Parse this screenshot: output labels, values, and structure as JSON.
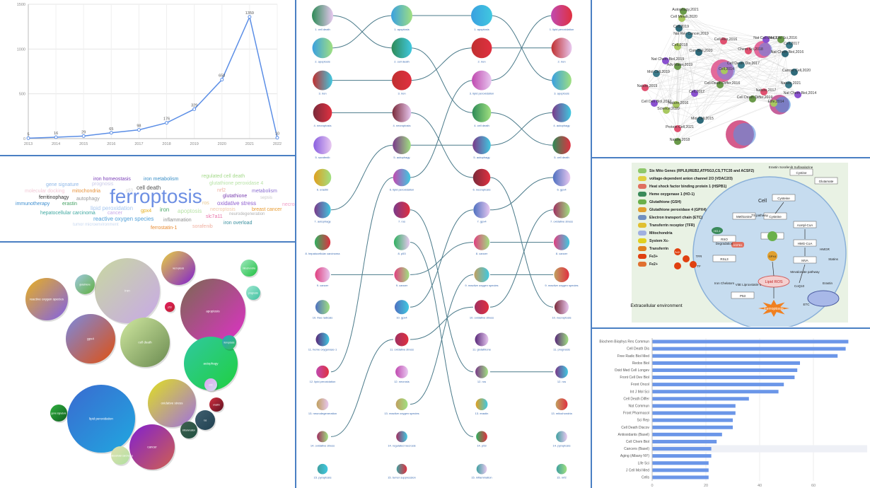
{
  "line_chart": {
    "chart_data": {
      "type": "line",
      "categories": [
        "2013",
        "2014",
        "2015",
        "2016",
        "2017",
        "2018",
        "2019",
        "2020",
        "2021",
        "2022"
      ],
      "values": [
        5,
        16,
        29,
        65,
        98,
        176,
        329,
        658,
        1359,
        10
      ],
      "ylim": [
        0,
        1500
      ],
      "yticks": [
        "0",
        "500",
        "1000",
        "1500"
      ],
      "grid": true
    },
    "color": "#5b8ee6"
  },
  "word_cloud": {
    "words": [
      {
        "text": "ferroptosis",
        "color": "#6d8fe3"
      },
      {
        "text": "iron homeostasis",
        "color": "#7b3fb8"
      },
      {
        "text": "iron metabolism",
        "color": "#3a8fc7"
      },
      {
        "text": "regulated cell death",
        "color": "#a4d98a"
      },
      {
        "text": "gene signature",
        "color": "#8fb8e8"
      },
      {
        "text": "prognosis",
        "color": "#c9c9e8"
      },
      {
        "text": "cell death",
        "color": "#555555"
      },
      {
        "text": "glutathione peroxidase 4",
        "color": "#b9e3a8"
      },
      {
        "text": "molecular docking",
        "color": "#f2c9d6"
      },
      {
        "text": "mitochondria",
        "color": "#e8923a"
      },
      {
        "text": "p53",
        "color": "#d4d4d4"
      },
      {
        "text": "nrf2",
        "color": "#f0b0a0"
      },
      {
        "text": "metabolism",
        "color": "#8b6fd1"
      },
      {
        "text": "ferritinophagy",
        "color": "#333333"
      },
      {
        "text": "autophagy",
        "color": "#999999"
      },
      {
        "text": "glutathione",
        "color": "#7a3fb0"
      },
      {
        "text": "immunotherapy",
        "color": "#3f8fd0"
      },
      {
        "text": "erastin",
        "color": "#3f9f5f"
      },
      {
        "text": "lipid peroxidation",
        "color": "#a8c8f0"
      },
      {
        "text": "oxidative stress",
        "color": "#8f5fd0"
      },
      {
        "text": "gpx4",
        "color": "#e6b020"
      },
      {
        "text": "iron",
        "color": "#4fa86a"
      },
      {
        "text": "apoptosis",
        "color": "#b9e3a8"
      },
      {
        "text": "necroptosis",
        "color": "#f0c9a8"
      },
      {
        "text": "breast cancer",
        "color": "#e89a30"
      },
      {
        "text": "hepatocellular carcinoma",
        "color": "#3fa8a0"
      },
      {
        "text": "cancer",
        "color": "#c8a8e8"
      },
      {
        "text": "slc7a11",
        "color": "#e870a8"
      },
      {
        "text": "neurodegeneration",
        "color": "#b0b0b0"
      },
      {
        "text": "reactive oxygen species",
        "color": "#4f9fd8"
      },
      {
        "text": "inflammation",
        "color": "#8f8f8f"
      },
      {
        "text": "iron overload",
        "color": "#3a8f9f"
      },
      {
        "text": "tumor microenvironment",
        "color": "#c8d8f0"
      },
      {
        "text": "ferrostatin-1",
        "color": "#e88a30"
      },
      {
        "text": "sorafenib",
        "color": "#f0b0a0"
      },
      {
        "text": "necrosis",
        "color": "#f0a0c8"
      },
      {
        "text": "sepsis",
        "color": "#c8c8c8"
      },
      {
        "text": "ros",
        "color": "#e8c890"
      }
    ]
  },
  "bubble_chart": {
    "bubbles": [
      {
        "label": "iron",
        "c1": "#c8d8a0",
        "c2": "#c8a8e8",
        "r": 46
      },
      {
        "label": "apoptosis",
        "c1": "#7a6a50",
        "c2": "#e030c8",
        "r": 46
      },
      {
        "label": "necroptosis",
        "c1": "#e8d040",
        "c2": "#8020d0",
        "r": 24
      },
      {
        "label": "reactive oxygen species",
        "c1": "#e8b020",
        "c2": "#8060e8",
        "r": 30
      },
      {
        "label": "gpx4",
        "c1": "#7a8ae0",
        "c2": "#e05010",
        "r": 35
      },
      {
        "label": "cell death",
        "c1": "#d0e8a0",
        "c2": "#6a8a50",
        "r": 35
      },
      {
        "label": "autophagy",
        "c1": "#30c8a0",
        "c2": "#20d040",
        "r": 38
      },
      {
        "label": "lipid peroxidation",
        "c1": "#3a6ad0",
        "c2": "#20a8e0",
        "r": 48
      },
      {
        "label": "oxidative stress",
        "c1": "#e0e020",
        "c2": "#a070e0",
        "r": 34
      },
      {
        "label": "cancer",
        "c1": "#8020d0",
        "c2": "#d06050",
        "r": 32
      },
      {
        "label": "glutathione",
        "c1": "#a0c8e0",
        "c2": "#60b040",
        "r": 14
      },
      {
        "label": "p53",
        "c1": "#e02060",
        "c2": "#c02030",
        "r": 7
      },
      {
        "label": "prognosis",
        "c1": "#a0e8d0",
        "c2": "#40c0a0",
        "r": 10
      },
      {
        "label": "mitochondria",
        "c1": "#a0e8c0",
        "c2": "#20c040",
        "r": 12
      },
      {
        "label": "erastin",
        "c1": "#d03040",
        "c2": "#601020",
        "r": 10
      },
      {
        "label": "nrf2",
        "c1": "#e0a0f0",
        "c2": "#d0e0f0",
        "r": 9
      },
      {
        "label": "ros",
        "c1": "#406070",
        "c2": "#204050",
        "r": 14
      },
      {
        "label": "inflammation",
        "c1": "#406050",
        "c2": "#205040",
        "r": 12
      },
      {
        "label": "ferroptosis",
        "c1": "#30a0c0",
        "c2": "#30c060",
        "r": 10
      },
      {
        "label": "gene signature",
        "c1": "#30b040",
        "c2": "#106020",
        "r": 12
      },
      {
        "label": "hepatocellular carcinoma",
        "c1": "#e0e0b0",
        "c2": "#b0e0a0",
        "r": 13
      }
    ]
  },
  "flow_chart": {
    "columns": [
      [
        "1. cell death",
        "2. apoptosis",
        "3. iron",
        "4. necroptosis",
        "5. sorafenib",
        "6. erastin",
        "7. autophagy",
        "8. hepatocellular carcinoma",
        "9. cancer",
        "10. free radicals",
        "11. heme oxygenase-1",
        "12. lipid peroxidation",
        "13. neurodegeneration",
        "14. oxidative stress",
        "15. pyroptosis"
      ],
      [
        "1. apoptosis",
        "2. cell death",
        "3. iron",
        "4. necroptosis",
        "5. autophagy",
        "6. lipid peroxidation",
        "7. ros",
        "8. p53",
        "9. cancer",
        "10. gpx4",
        "11. oxidative stress",
        "12. necrosis",
        "13. reactive oxygen species",
        "14. regulated necrosis",
        "15. tumor suppression"
      ],
      [
        "1. apoptosis",
        "2. iron",
        "3. lipid peroxidation",
        "4. cell death",
        "5. autophagy",
        "6. necroptosis",
        "7. gpx4",
        "8. cancer",
        "9. reactive oxygen species",
        "10. oxidative stress",
        "11. glutathione",
        "12. ros",
        "13. erastin",
        "14. p53",
        "15. inflammation"
      ],
      [
        "1. lipid peroxidation",
        "2. iron",
        "3. apoptosis",
        "4. autophagy",
        "5. cell death",
        "6. gpx4",
        "7. oxidative stress",
        "8. cancer",
        "9. reactive oxygen species",
        "10. necroptosis",
        "11. prognosis",
        "12. ros",
        "13. mitochondria",
        "14. pyroptosis",
        "15. nrf2"
      ]
    ]
  },
  "network": {
    "nodes": [
      "Autophagy,2021",
      "Cell Metab,2020",
      "Cell,2019",
      "Nat Rev Cancer,2019",
      "Cell Res,2016",
      "Nat Cell Biol,2017",
      "Mol Life Sci,2016",
      "Cell,2018",
      "Curr Biol,2020",
      "Cell,2017",
      "Chem Sci,2018",
      "Nat Chem Biol,2019",
      "Adv Mater,2019",
      "Cell,2014",
      "Nat Chem Biol,2016",
      "Mol Cell,2019",
      "Nature,2019",
      "Cell,2012",
      "Cell Death Differ,2016",
      "Nature,2016",
      "Cancer Cell,2020",
      "Cell Death Dis,2017",
      "Nature,2017",
      "Nat Chem Biol,2014",
      "Cell Death Differ,2019",
      "Science,2020",
      "Mol Cell,2015",
      "Nature,2021",
      "Protein Cell,2021",
      "Cell Dev Biol,2022",
      "Nature,2018",
      "Elife,2014"
    ]
  },
  "pathway": {
    "legend": [
      {
        "label": "Six Mito Genes (RPL8,IREB2,ATP5G3,CS,TTC35 and ACSF2)",
        "color": "#8fc86a"
      },
      {
        "label": "voltage-dependent anion channel 2/3 (VDAC2/3)",
        "color": "#e0d040"
      },
      {
        "label": "Heat shock factor binding protein 1 (HSPB1)",
        "color": "#e07060"
      },
      {
        "label": "Heme oxygenase 1 (HO-1)",
        "color": "#3a8a5a"
      },
      {
        "label": "Glutathione (GSH)",
        "color": "#6ab04a"
      },
      {
        "label": "Glutathione peroxidase 4 (GPX4)",
        "color": "#e0a030"
      },
      {
        "label": "Electron transport chain (ETC)",
        "color": "#7090c0"
      },
      {
        "label": "Transferrin receptor (TFR)",
        "color": "#e0c030"
      },
      {
        "label": "Mitochondria",
        "color": "#a0b0e0"
      },
      {
        "label": "System Xc-",
        "color": "#e0d020"
      },
      {
        "label": "Transferrin",
        "color": "#e08020"
      },
      {
        "label": "Fe3+",
        "color": "#e04010"
      },
      {
        "label": "Fe2+",
        "color": "#e07030"
      }
    ],
    "labels": {
      "cell": "Cell",
      "extracellular": "Extracellular environment",
      "ferroptosis": "Ferroptosis",
      "lipid_ros": "Lipid ROS",
      "erastin": "Erastin Sorafenib Sulfasalazine",
      "cystine": "Cystine",
      "glutamate": "Glutamate",
      "cysteine": "Cysteine",
      "acetyl": "Acetyl-CoA",
      "hmg": "HMG-CoA",
      "hmgr": "HMGR",
      "statins": "Statins",
      "mva": "MVA",
      "mevalonate": "Mevalonate pathway",
      "coq": "CoQ10",
      "etc": "ETC",
      "erastin2": "Erastin",
      "ts": "TS pathway",
      "methionine": "Methionine",
      "gsh": "GSH",
      "gpx4": "GPX4",
      "rsl3": "RSL3",
      "rso": "RSO",
      "hspb1": "HSPB1",
      "ho1": "HO-1",
      "degradation": "Degradation",
      "iron_chel": "Iron Chelators",
      "vite": "VitE Liproxstatin-1",
      "p53": "P53",
      "tfr": "TFR",
      "tf": "TF",
      "fe3": "Fe3+",
      "se": "Se",
      "ipp": "IPP",
      "ps3": "P53",
      "q": "?"
    }
  },
  "journal_bar": {
    "chart_data": {
      "type": "bar",
      "orientation": "horizontal",
      "categories": [
        "Biochem Biophys Res Commun",
        "Cell Death Dis",
        "Free Radic Biol Med",
        "Redox Biol",
        "Oxid Med Cell Longev",
        "Front Cell Dev Biol",
        "Front Oncol",
        "Int J Mol Sci",
        "Cell Death Differ",
        "Nat Commun",
        "Front Pharmacol",
        "Sci Rep",
        "Cell Death Discov",
        "Antioxidants (Basel)",
        "Cell Chem Biol",
        "Cancers (Basel)",
        "Aging (Albany NY)",
        "Life Sci",
        "J Cell Mol Med",
        "Cells"
      ],
      "values": [
        73,
        72,
        69,
        55,
        54,
        53,
        49,
        47,
        36,
        31,
        31,
        30,
        30,
        26,
        24,
        22,
        22,
        21,
        21,
        21
      ],
      "xlim": [
        0,
        80
      ],
      "xticks": [
        "0",
        "20",
        "40",
        "60"
      ]
    },
    "color": "#6b96e8"
  }
}
